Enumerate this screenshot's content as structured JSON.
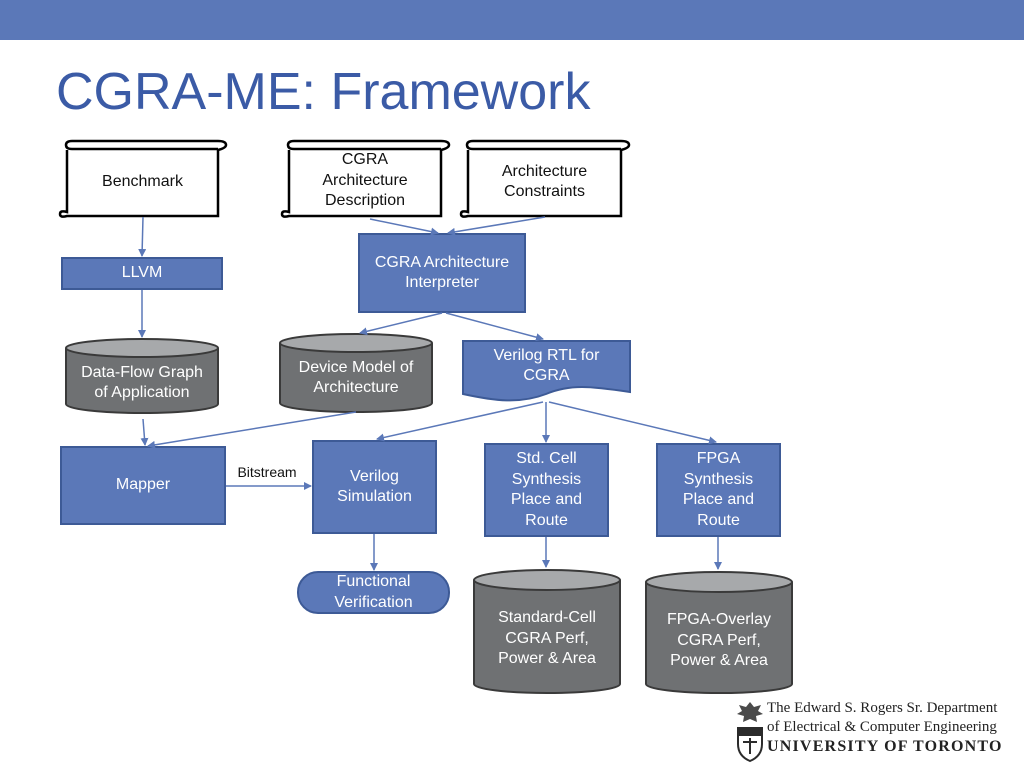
{
  "slide": {
    "title": "CGRA-ME: Framework"
  },
  "diagram": {
    "inputs": {
      "benchmark": "Benchmark",
      "cgra_arch_description": "CGRA\nArchitecture\nDescription",
      "arch_constraints": "Architecture\nConstraints"
    },
    "llvm": "LLVM",
    "interpreter": "CGRA Architecture\nInterpreter",
    "dfg": "Data-Flow Graph\nof Application",
    "device_model": "Device Model of\nArchitecture",
    "verilog_rtl": "Verilog RTL for\nCGRA",
    "mapper": "Mapper",
    "bitstream": "Bitstream",
    "verilog_sim": "Verilog\nSimulation",
    "std_cell_synthesis": "Std. Cell\nSynthesis\nPlace and\nRoute",
    "fpga_synthesis": "FPGA\nSynthesis\nPlace and\nRoute",
    "functional_verification": "Functional\nVerification",
    "std_cell_results": "Standard-Cell\nCGRA Perf,\nPower & Area",
    "fpga_results": "FPGA-Overlay\nCGRA Perf,\nPower & Area"
  },
  "footer": {
    "dept_line1": "The Edward S. Rogers Sr. Department",
    "dept_line2": "of Electrical & Computer Engineering",
    "university": "UNIVERSITY OF TORONTO"
  },
  "colors": {
    "accent": "#5b78b8",
    "box_fill": "#5b78b8",
    "box_stroke": "#3d5a96",
    "cylinder_fill": "#6f7173",
    "cylinder_top": "#a7a9ab",
    "arrow": "#5b78b8"
  }
}
